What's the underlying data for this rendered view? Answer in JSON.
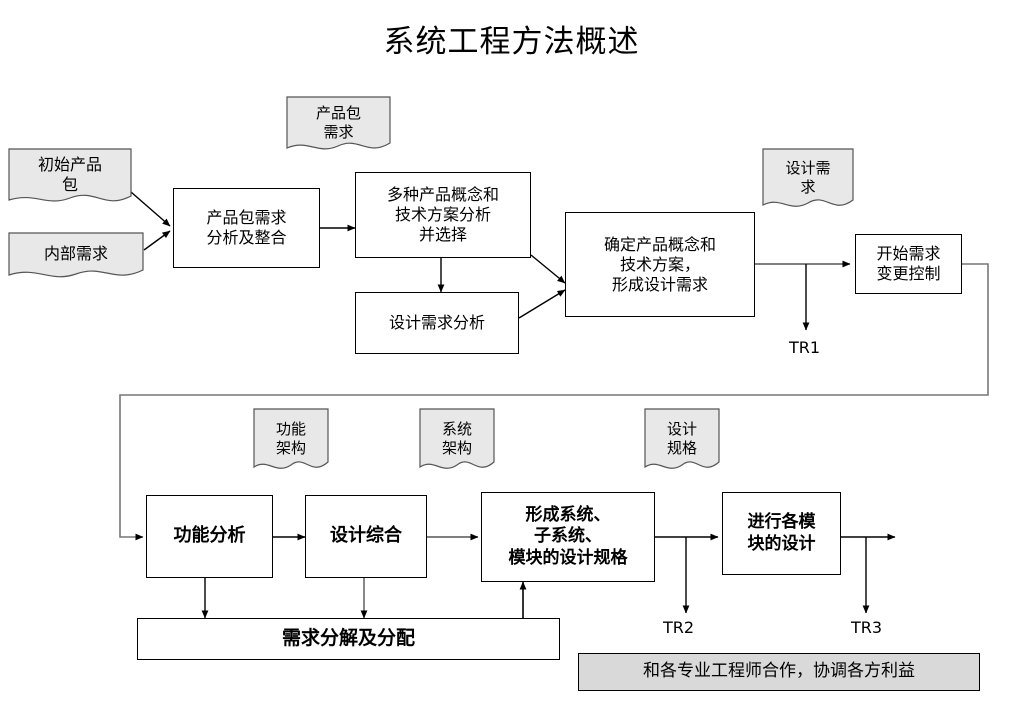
{
  "title": "系统工程方法概述",
  "colors": {
    "doc_fill": "#e8e8e8",
    "gray_fill": "#d9d9d9",
    "stroke": "#000000",
    "loop_stroke": "#808080",
    "background": "#ffffff"
  },
  "documents": [
    {
      "id": "initial-product-package",
      "label": "初始产品\n包",
      "label_lines": [
        "初始产品",
        "包"
      ]
    },
    {
      "id": "internal-requirements",
      "label": "内部需求",
      "label_lines": [
        "内部需求"
      ]
    },
    {
      "id": "product-package-requirements",
      "label": "产品包\n需求",
      "label_lines": [
        "产品包",
        "需求"
      ]
    },
    {
      "id": "design-requirements",
      "label": "设计需\n求",
      "label_lines": [
        "设计需",
        "求"
      ]
    },
    {
      "id": "functional-architecture",
      "label": "功能\n架构",
      "label_lines": [
        "功能",
        "架构"
      ]
    },
    {
      "id": "system-architecture",
      "label": "系统\n架构",
      "label_lines": [
        "系统",
        "架构"
      ]
    },
    {
      "id": "design-specification",
      "label": "设计\n规格",
      "label_lines": [
        "设计",
        "规格"
      ]
    }
  ],
  "process_boxes": [
    {
      "id": "ppr-analysis",
      "label_lines": [
        "产品包需求",
        "分析及整合"
      ],
      "bold": false
    },
    {
      "id": "concept-tech-analysis",
      "label_lines": [
        "多种产品概念和",
        "技术方案分析",
        "并选择"
      ],
      "bold": false
    },
    {
      "id": "design-req-analysis",
      "label_lines": [
        "设计需求分析"
      ],
      "bold": false
    },
    {
      "id": "confirm-concept",
      "label_lines": [
        "确定产品概念和",
        "技术方案，",
        "形成设计需求"
      ],
      "bold": false
    },
    {
      "id": "start-change-control",
      "label_lines": [
        "开始需求",
        "变更控制"
      ],
      "bold": false
    },
    {
      "id": "functional-analysis",
      "label_lines": [
        "功能分析"
      ],
      "bold": true
    },
    {
      "id": "design-synthesis",
      "label_lines": [
        "设计综合"
      ],
      "bold": true
    },
    {
      "id": "form-system-spec",
      "label_lines": [
        "形成系统、",
        "子系统、",
        "模块的设计规格"
      ],
      "bold": true
    },
    {
      "id": "module-design",
      "label_lines": [
        "进行各模",
        "块的设计"
      ],
      "bold": true
    },
    {
      "id": "req-decomposition",
      "label_lines": [
        "需求分解及分配"
      ],
      "bold": true
    }
  ],
  "banner": {
    "id": "collaboration-banner",
    "label": "和各专业工程师合作，协调各方利益"
  },
  "milestones": [
    {
      "id": "tr1",
      "label": "TR1"
    },
    {
      "id": "tr2",
      "label": "TR2"
    },
    {
      "id": "tr3",
      "label": "TR3"
    }
  ]
}
